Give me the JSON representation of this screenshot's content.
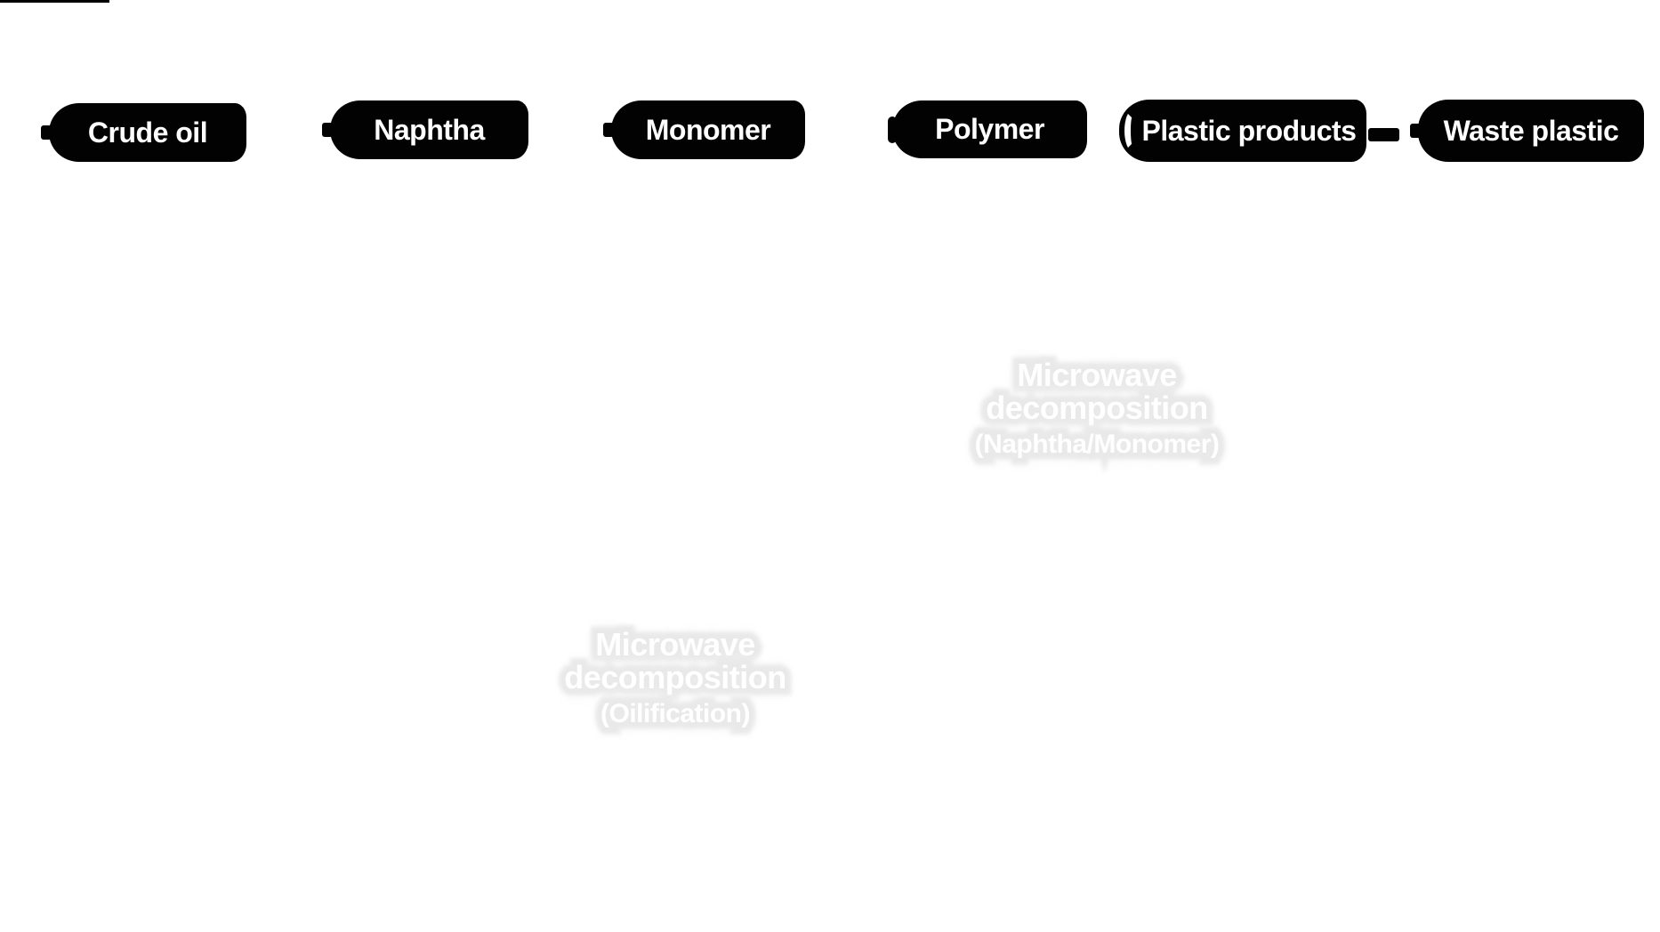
{
  "stages": [
    {
      "id": "crude-oil",
      "label": "Crude oil"
    },
    {
      "id": "naphtha",
      "label": "Naphtha"
    },
    {
      "id": "monomer",
      "label": "Monomer"
    },
    {
      "id": "polymer",
      "label": "Polymer"
    },
    {
      "id": "plastic-products",
      "label": "Plastic products"
    },
    {
      "id": "waste-plastic",
      "label": "Waste plastic"
    }
  ],
  "processes": [
    {
      "id": "naphtha-monomer",
      "line1": "Microwave",
      "line2": "decomposition",
      "line3": "(Naphtha/Monomer)"
    },
    {
      "id": "oilification",
      "line1": "Microwave",
      "line2": "decomposition",
      "line3": "(Oilification)"
    }
  ],
  "colors": {
    "background": "#ffffff",
    "pill_bg": "#020202",
    "pill_text": "#ffffff",
    "ghost_text": "#ffffff",
    "ghost_halo": "#e9e9e9"
  }
}
